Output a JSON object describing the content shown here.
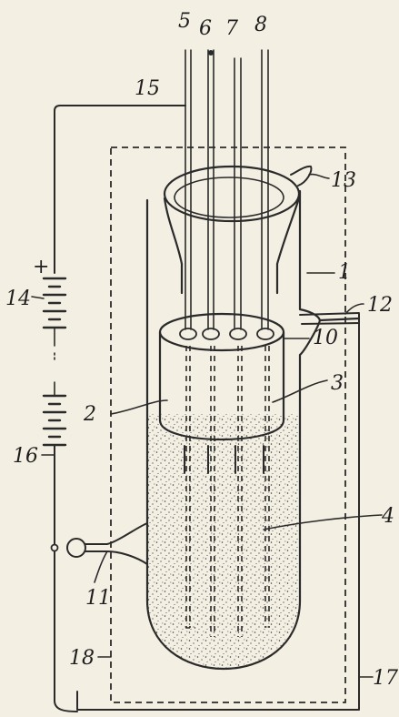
{
  "labels": {
    "l1": "1",
    "l2": "2",
    "l3": "3",
    "l4": "4",
    "l5": "5",
    "l6": "6",
    "l7": "7",
    "l8": "8",
    "l10": "10",
    "l11": "11",
    "l12": "12",
    "l13": "13",
    "l14": "14",
    "l15": "15",
    "l16": "16",
    "l17": "17",
    "l18": "18"
  },
  "battery_polarity": "+",
  "colors": {
    "paper": "#f3efe3",
    "ink": "#2a2a2a",
    "stipple": "#3a3a3a"
  }
}
